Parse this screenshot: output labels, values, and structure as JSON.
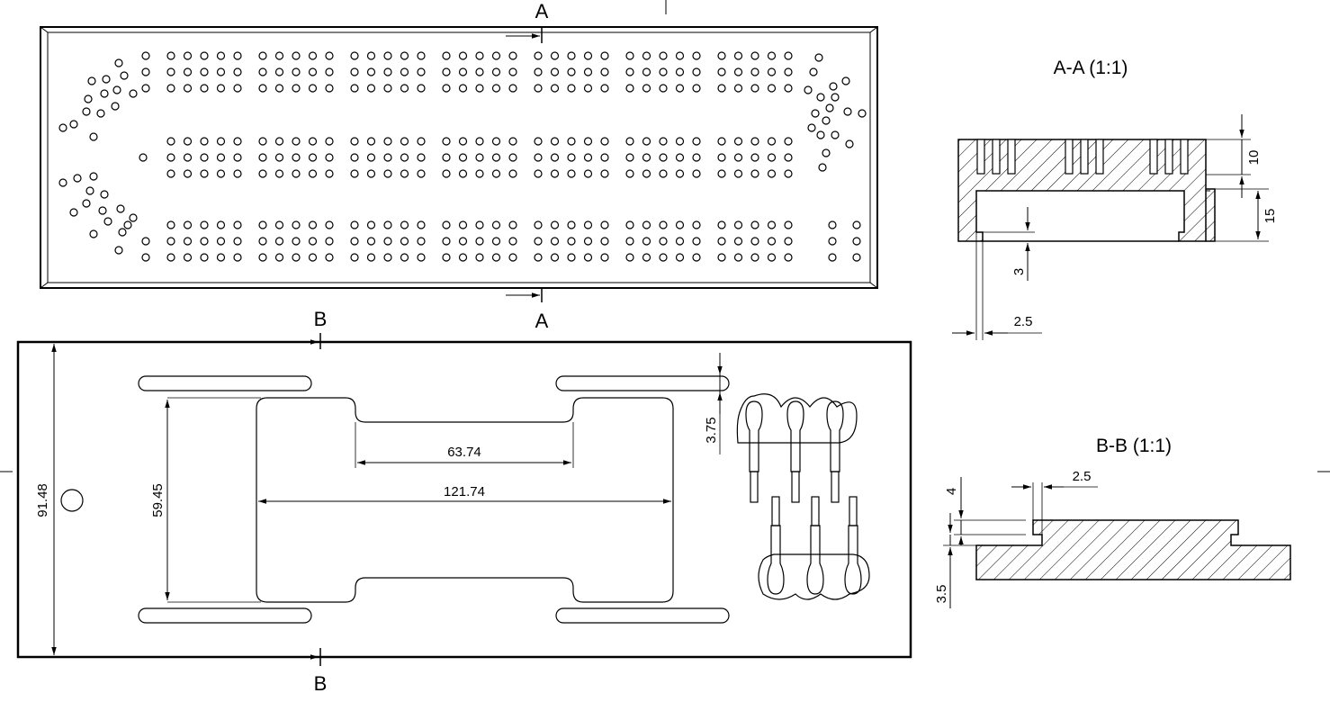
{
  "colors": {
    "ink": "#000000",
    "paper": "#ffffff"
  },
  "section_marks": {
    "a_top": "A",
    "a_bottom": "A",
    "b_top": "B",
    "b_bottom": "B"
  },
  "views": {
    "section_aa_title": "A-A (1:1)",
    "section_bb_title": "B-B (1:1)"
  },
  "dimensions": {
    "aa_height_top": "10",
    "aa_height_lower": "15",
    "aa_step": "3",
    "aa_lip": "2.5",
    "bb_lip": "2.5",
    "bb_step": "4",
    "bb_base": "3.5",
    "bottom_height": "91.48",
    "pocket_height": "59.45",
    "pocket_neck_width": "63.74",
    "pocket_width": "121.74",
    "slot_width": "3.75"
  }
}
